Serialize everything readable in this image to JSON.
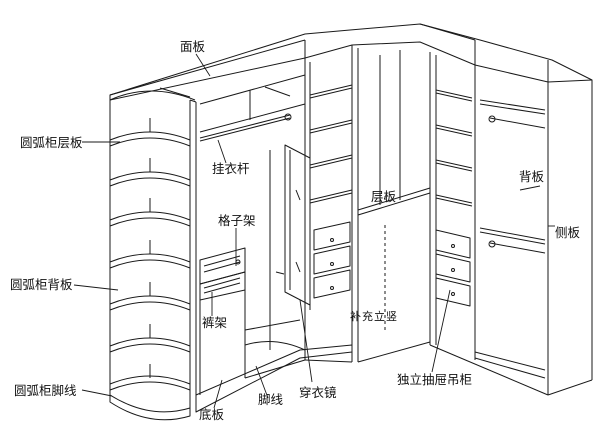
{
  "labels": {
    "top_panel": "面板",
    "arc_shelf": "圆弧柜层板",
    "hanging_rod": "挂衣杆",
    "grid_rack": "格子架",
    "arc_back": "圆弧柜背板",
    "trouser_rack": "裤架",
    "arc_skirting": "圆弧柜脚线",
    "bottom_panel": "底板",
    "skirting": "脚线",
    "dressing_mirror": "穿衣镜",
    "shelf": "层板",
    "back_panel": "背板",
    "side_panel": "侧板",
    "divider": "补充立竖",
    "drawer_cabinet": "独立抽屉吊柜"
  },
  "colors": {
    "line": "#1a1a1a",
    "background": "#ffffff"
  }
}
